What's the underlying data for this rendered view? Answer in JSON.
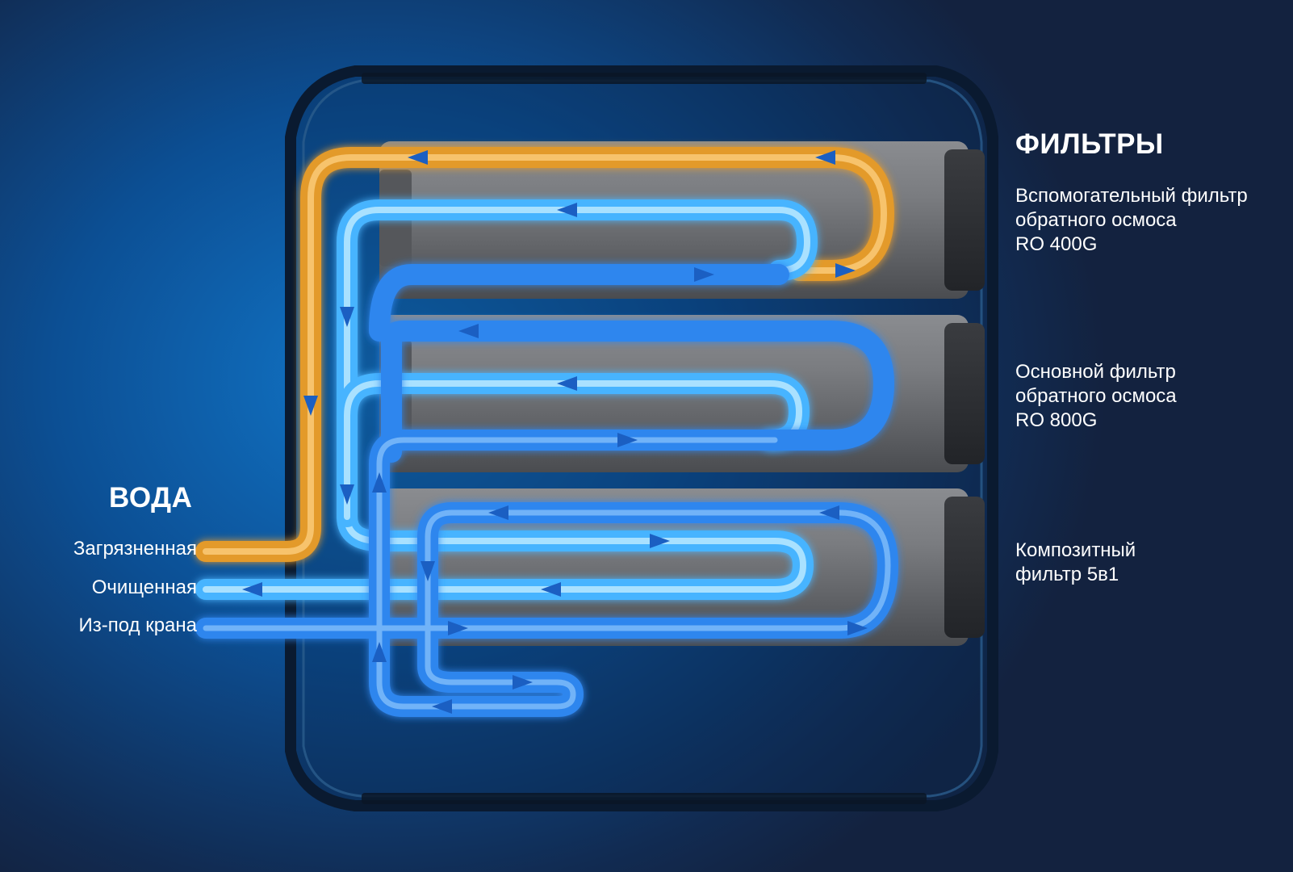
{
  "water": {
    "heading": "ВОДА",
    "items": [
      {
        "label": "Загрязненная",
        "color": "#e8a43c"
      },
      {
        "label": "Очищенная",
        "color": "#65c8ff"
      },
      {
        "label": "Из-под крана",
        "color": "#3f9bff"
      }
    ]
  },
  "filters": {
    "heading": "ФИЛЬТРЫ",
    "items": [
      {
        "lines": [
          "Вспомогательный фильтр",
          "обратного осмоса",
          "RO 400G"
        ]
      },
      {
        "lines": [
          "Основной фильтр",
          "обратного осмоса",
          "RO 800G"
        ]
      },
      {
        "lines": [
          "Композитный",
          "фильтр 5в1"
        ]
      }
    ]
  },
  "colors": {
    "background": "#0c4f94",
    "dirty_water": "#e8a43c",
    "clean_water": "#65c8ff",
    "tap_water": "#3f9bff",
    "cartridge": "#707276"
  }
}
